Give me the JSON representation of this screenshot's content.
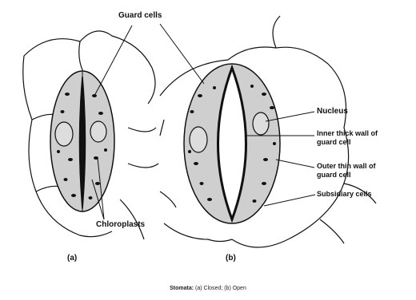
{
  "labels": {
    "guard_cells": "Guard cells",
    "nucleus": "Nucleus",
    "inner_wall": "Inner thick wall of\nguard cell",
    "outer_wall": "Outer thin wall of\nguard cell",
    "subsidiary": "Subsidiary cells",
    "chloroplasts": "Chloroplasts",
    "panel_a": "(a)",
    "panel_b": "(b)"
  },
  "caption": {
    "title": "Stomata:",
    "text": " (a) Closed; (b) Open"
  },
  "colors": {
    "line": "#111111",
    "guard_fill": "#c9c9c9",
    "pore": "#111111"
  }
}
